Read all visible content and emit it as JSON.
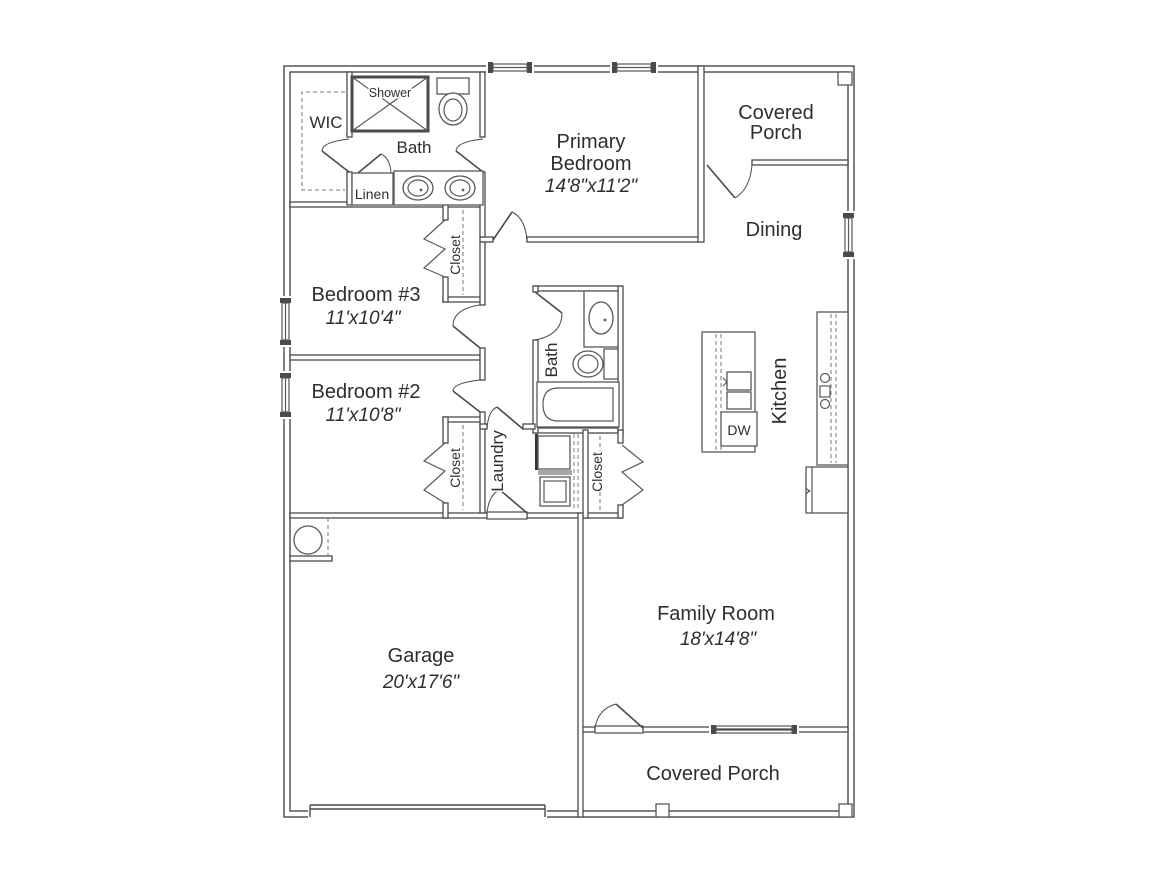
{
  "colors": {
    "wall": "#4a4a4a",
    "fixture": "#585858",
    "text": "#2e2e2e",
    "background": "#ffffff"
  },
  "rooms": {
    "primary_bedroom": {
      "name_line1": "Primary",
      "name_line2": "Bedroom",
      "dims": "14'8\"x11'2\""
    },
    "covered_porch_top": {
      "name_line1": "Covered",
      "name_line2": "Porch"
    },
    "dining": {
      "name": "Dining"
    },
    "bedroom3": {
      "name": "Bedroom #3",
      "dims": "11'x10'4\""
    },
    "bedroom2": {
      "name": "Bedroom #2",
      "dims": "11'x10'8\""
    },
    "primary_bath": {
      "name": "Bath"
    },
    "wic": {
      "name": "WIC"
    },
    "shower": {
      "name": "Shower"
    },
    "linen": {
      "name": "Linen"
    },
    "bedroom3_closet": {
      "name": "Closet"
    },
    "bedroom2_closet": {
      "name": "Closet"
    },
    "hall_closet": {
      "name": "Closet"
    },
    "hall_bath": {
      "name": "Bath"
    },
    "laundry": {
      "name": "Laundry"
    },
    "kitchen": {
      "name": "Kitchen"
    },
    "dishwasher": {
      "name": "DW"
    },
    "garage": {
      "name": "Garage",
      "dims": "20'x17'6\""
    },
    "family_room": {
      "name": "Family Room",
      "dims": "18'x14'8\""
    },
    "covered_porch_bottom": {
      "name": "Covered Porch"
    }
  }
}
